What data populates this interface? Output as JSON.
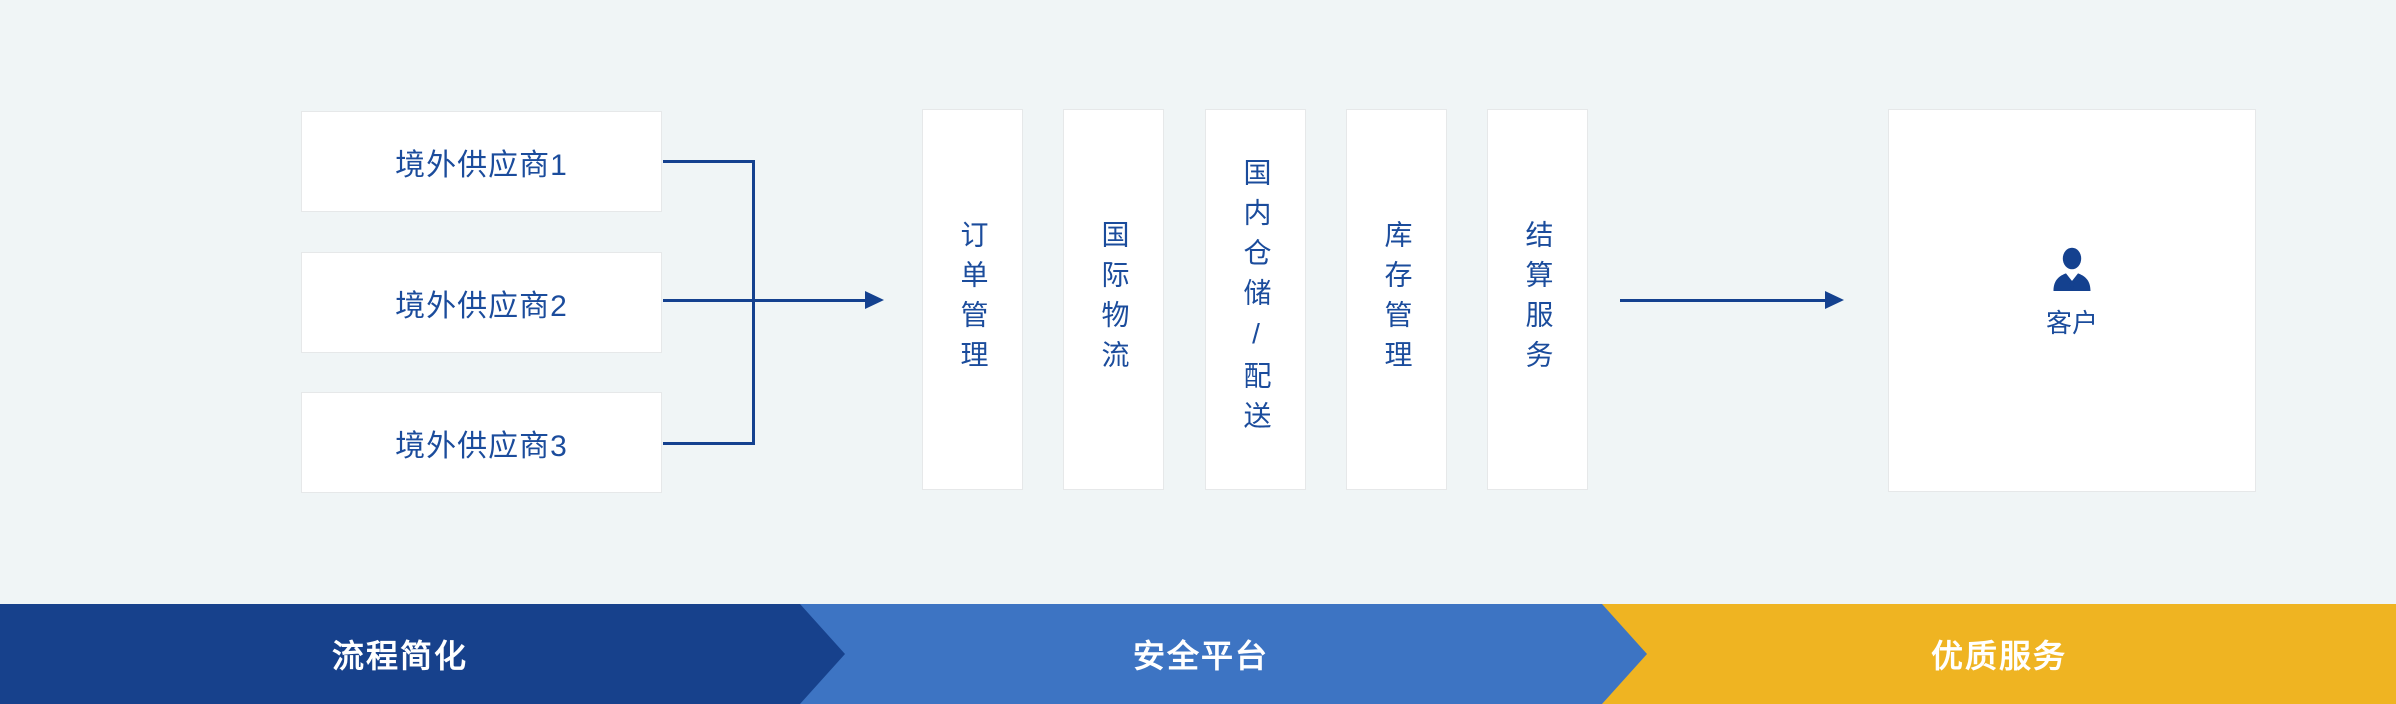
{
  "colors": {
    "background": "#f0f5f6",
    "box_background": "#ffffff",
    "box_border": "#e6e8e9",
    "text_blue": "#1b4c9c",
    "connector_blue": "#14418f",
    "icon_blue": "#14418f",
    "banner_dark_blue": "#17418c",
    "banner_mid_blue": "#3d74c3",
    "banner_yellow": "#efb422",
    "banner_text": "#ffffff"
  },
  "suppliers": [
    {
      "label": "境外供应商1"
    },
    {
      "label": "境外供应商2"
    },
    {
      "label": "境外供应商3"
    }
  ],
  "process_steps": [
    {
      "label": "订单管理"
    },
    {
      "label": "国际物流"
    },
    {
      "label": "国内仓储/配送"
    },
    {
      "label": "库存管理"
    },
    {
      "label": "结算服务"
    }
  ],
  "customer": {
    "label": "客户",
    "icon": "person-icon"
  },
  "banner": {
    "segments": [
      {
        "label": "流程简化",
        "color": "#17418c"
      },
      {
        "label": "安全平台",
        "color": "#3d74c3"
      },
      {
        "label": "优质服务",
        "color": "#efb422"
      }
    ]
  }
}
